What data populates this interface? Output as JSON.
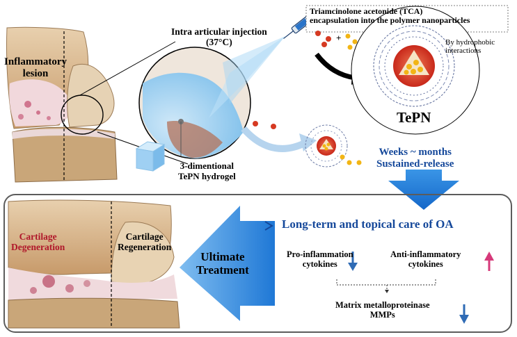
{
  "labels": {
    "inflammatory_lesion": "Inflammatory\nlesion",
    "injection": "Intra articular injection\n(37°C)",
    "tca": "Triamcinolone acetonide (TCA)\nencapsulation into the polymer nanoparticles",
    "plus": "+",
    "hydrophobic": "By hydrophobic\ninteractions",
    "tepn": "TePN",
    "hydrogel": "3-dimentional\nTePN hydrogel",
    "release": "Weeks ~ months\nSustained-release",
    "long_term": "Long-term and topical care of OA",
    "pro_inflammation": "Pro-inflammation\ncytokines",
    "anti_inflammatory": "Anti-inflammatory\ncytokines",
    "mmp": "Matrix metalloproteinase\nMMPs",
    "cartilage_degeneration": "Cartilage\nDegeneration",
    "cartilage_regeneration": "Cartilage\nRegeneration",
    "ultimate_treatment": "Ultimate\nTreatment"
  },
  "colors": {
    "arrow_blue": "#1f7fd8",
    "panel_border": "#5c5c5c",
    "heading_blue": "#15489a",
    "degeneration_red": "#b0172a",
    "up_arrow": "#d6397a",
    "down_arrow": "#2f6bb5",
    "nanoparticle_core": "#d63a22",
    "drug_yellow": "#f2b515"
  }
}
